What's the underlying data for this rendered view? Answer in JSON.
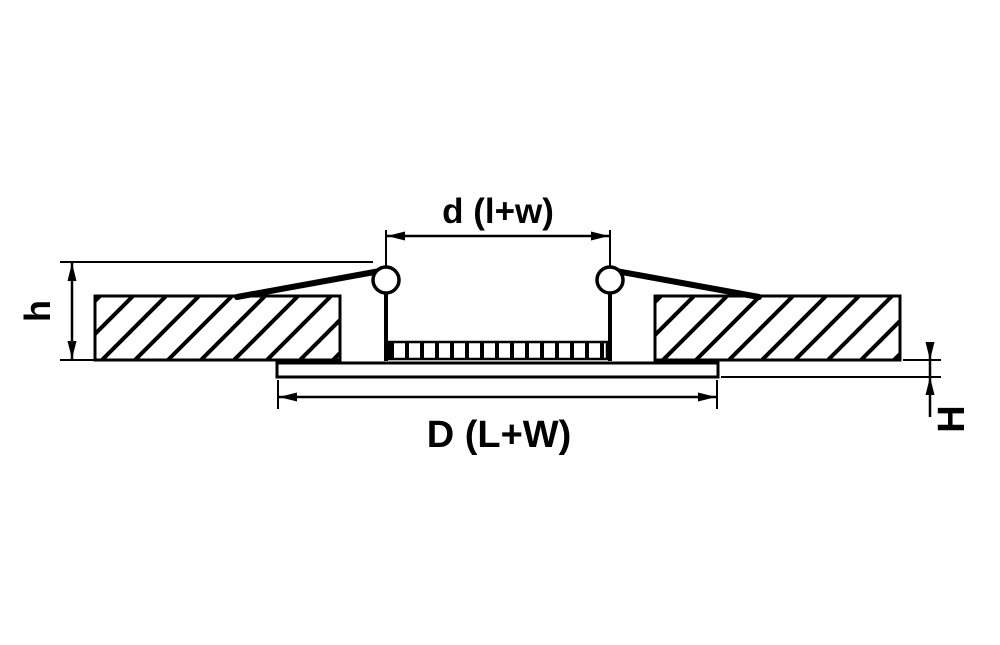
{
  "diagram": {
    "kind": "recessed-fixture-cross-section-drawing",
    "colors": {
      "line": "#000000",
      "background": "#ffffff"
    },
    "dimensions": {
      "top": {
        "label": "d (l+w)"
      },
      "bottom": {
        "label": "D (L+W)"
      },
      "left": {
        "label": "h"
      },
      "right": {
        "label": "H"
      }
    }
  }
}
